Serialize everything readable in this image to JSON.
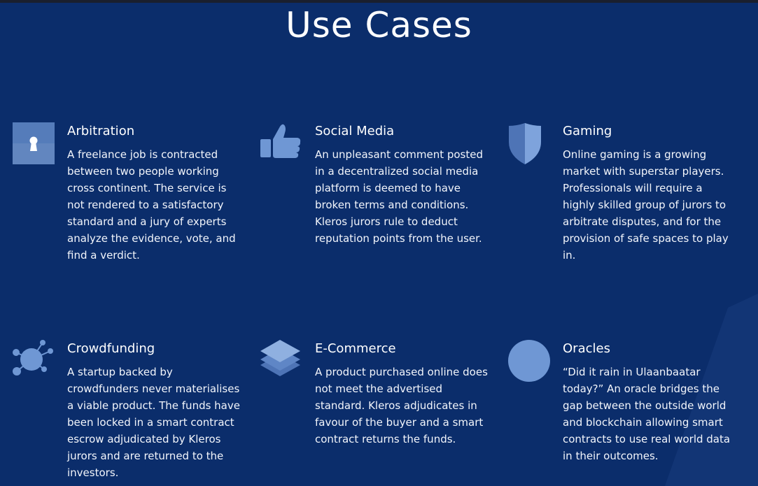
{
  "header": {
    "title": "Use Cases"
  },
  "colors": {
    "background": "#0b2d6b",
    "icon": "#6f97d4",
    "icon_light": "#8fb0e0",
    "topbar": "#1a1f2e"
  },
  "cards": [
    {
      "title": "Arbitration",
      "icon": "keyhole-icon",
      "text": "A freelance job is contracted between two people working cross continent. The service is not rendered to a satisfactory standard and a jury of experts analyze the evidence, vote, and find a verdict."
    },
    {
      "title": "Social Media",
      "icon": "thumbs-up-icon",
      "text": "An unpleasant comment posted in a decentralized social media platform is deemed to have broken terms and conditions. Kleros jurors rule to deduct reputation points from the user."
    },
    {
      "title": "Gaming",
      "icon": "shield-icon",
      "text": "Online gaming is a growing market with superstar players. Professionals will require a highly skilled group of jurors to arbitrate disputes, and for the provision of safe spaces to play in."
    },
    {
      "title": "Crowdfunding",
      "icon": "network-nodes-icon",
      "text": "A startup backed by crowdfunders never materialises a viable product. The funds have been locked in a smart contract escrow adjudicated by Kleros jurors and are returned to the investors."
    },
    {
      "title": "E-Commerce",
      "icon": "layers-icon",
      "text": "A product purchased online does not meet the advertised standard. Kleros adjudicates in favour of the buyer and a smart contract returns the funds."
    },
    {
      "title": "Oracles",
      "icon": "circle-icon",
      "text": "“Did it rain in Ulaanbaatar today?” An oracle bridges the gap between the outside world and blockchain allowing smart contracts to use real world data in their outcomes."
    }
  ]
}
